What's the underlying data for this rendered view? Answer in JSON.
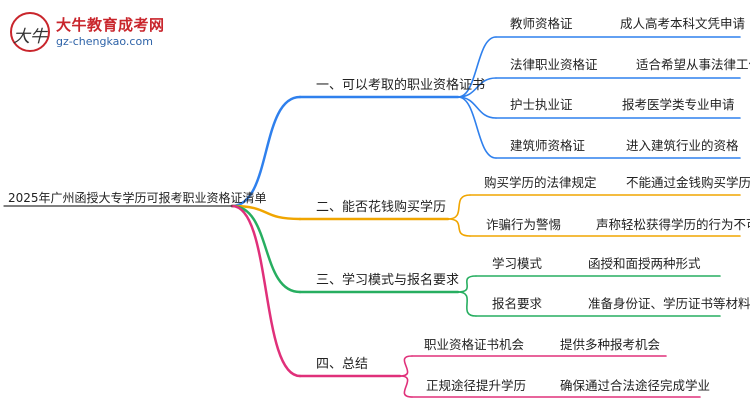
{
  "logo": {
    "mark_text": "大牛",
    "title": "大牛教育成考网",
    "url": "gz-chengkao.com"
  },
  "root": {
    "label": "2025年广州函授大专学历可报考职业资格证清单"
  },
  "branches": [
    {
      "label": "一、可以考取的职业资格证书",
      "color": "#2f80ed",
      "items": [
        {
          "name": "教师资格证",
          "note": "成人高考本科文凭申请"
        },
        {
          "name": "法律职业资格证",
          "note": "适合希望从事法律工作"
        },
        {
          "name": "护士执业证",
          "note": "报考医学类专业申请"
        },
        {
          "name": "建筑师资格证",
          "note": "进入建筑行业的资格"
        }
      ]
    },
    {
      "label": "二、能否花钱购买学历",
      "color": "#f0a500",
      "items": [
        {
          "name": "购买学历的法律规定",
          "note": "不能通过金钱购买学历"
        },
        {
          "name": "诈骗行为警惕",
          "note": "声称轻松获得学历的行为不可信"
        }
      ]
    },
    {
      "label": "三、学习模式与报名要求",
      "color": "#27ae60",
      "items": [
        {
          "name": "学习模式",
          "note": "函授和面授两种形式"
        },
        {
          "name": "报名要求",
          "note": "准备身份证、学历证书等材料"
        }
      ]
    },
    {
      "label": "四、总结",
      "color": "#e0307a",
      "items": [
        {
          "name": "职业资格证书机会",
          "note": "提供多种报考机会"
        },
        {
          "name": "正规途径提升学历",
          "note": "确保通过合法途径完成学业"
        }
      ]
    }
  ]
}
